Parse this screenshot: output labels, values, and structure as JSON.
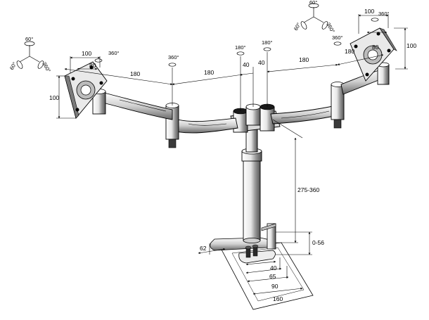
{
  "diagram": {
    "dimensions": {
      "left_vesa_width": "100",
      "left_vesa_height": "100",
      "left_vesa_inner": "80",
      "left_arm_segment": "180",
      "center_arm_segment": "180",
      "right_arm_segment": "180",
      "right_outer_segment": "180",
      "hub_offset_left": "40",
      "hub_offset_right": "40",
      "right_vesa_width": "100",
      "right_vesa_height": "100",
      "right_vesa_inner": "80",
      "pole_height_range": "275-360",
      "clamp_thickness_range": "0-56",
      "clamp_depth": "62",
      "base_40": "40",
      "base_65": "65",
      "base_90": "90",
      "base_160": "160"
    },
    "rotations": {
      "left_panel": "360°",
      "left_joint": "360°",
      "hub_left": "180°",
      "hub_right": "180°",
      "right_joint": "360°",
      "right_panel": "360°"
    },
    "tilt_axes": {
      "left": {
        "top": "60°",
        "left": "60°",
        "right": "360°"
      },
      "right": {
        "top": "60°",
        "left": "60°",
        "right": "360°"
      }
    }
  }
}
